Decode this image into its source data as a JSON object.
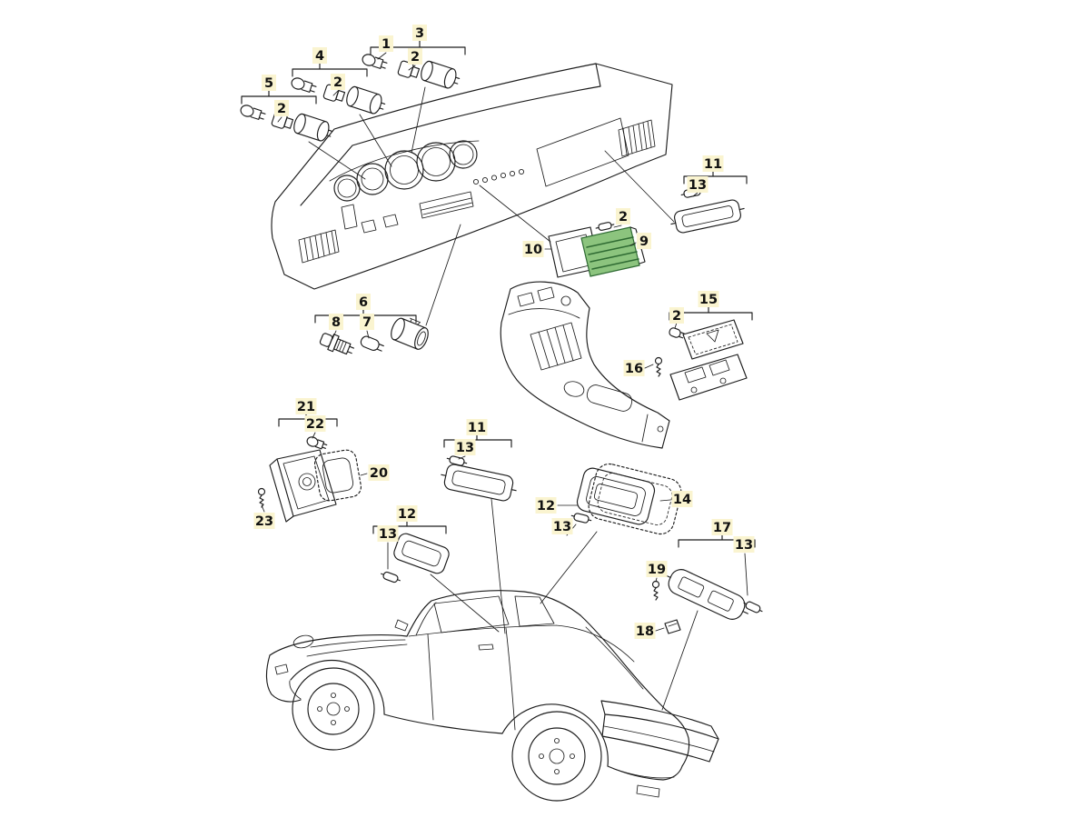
{
  "diagram": {
    "subject": "exploded-parts-diagram-interior-lights-911",
    "colors": {
      "bg": "#ffffff",
      "line": "#1c1c1c",
      "label-bg": "#faf4d0",
      "label-text": "#111111",
      "highlight": "#8cc47e",
      "highlight-dark": "#2f6b33"
    }
  },
  "callouts": {
    "bulb_1": "1",
    "group_3": "3",
    "socket_2_a": "2",
    "group_4": "4",
    "socket_2_b": "2",
    "group_5": "5",
    "socket_2_c": "2",
    "group_11_dash": "11",
    "bulb_13_dash": "13",
    "bulb_2_switch": "2",
    "bezel_10": "10",
    "switch_9": "9",
    "group_6": "6",
    "switch_8": "8",
    "bulb_7": "7",
    "group_15": "15",
    "bulb_2_dome": "2",
    "screw_16": "16",
    "group_21": "21",
    "bulb_22": "22",
    "seal_20": "20",
    "screw_23": "23",
    "group_11_mid": "11",
    "bulb_13_mid": "13",
    "group_12_left": "12",
    "bulb_13_left": "13",
    "lamp_12_mid": "12",
    "bulb_13_mid2": "13",
    "seal_14": "14",
    "group_17": "17",
    "bulb_13_right": "13",
    "screw_19": "19",
    "clip_18": "18"
  }
}
